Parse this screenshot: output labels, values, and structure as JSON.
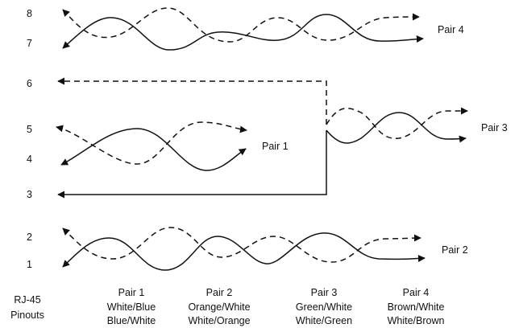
{
  "pin_numbers": [
    "8",
    "7",
    "6",
    "5",
    "4",
    "3",
    "2",
    "1"
  ],
  "pair_labels": {
    "pair4": "Pair 4",
    "pair3": "Pair 3",
    "pair1": "Pair 1",
    "pair2": "Pair 2"
  },
  "footer": {
    "rj45": [
      "RJ-45",
      "Pinouts"
    ],
    "columns": [
      [
        "Pair 1",
        "White/Blue",
        "Blue/White"
      ],
      [
        "Pair 2",
        "Orange/White",
        "White/Orange"
      ],
      [
        "Pair 3",
        "Green/White",
        "White/Green"
      ],
      [
        "Pair 4",
        "Brown/White",
        "White/Brown"
      ]
    ]
  },
  "colors": {
    "line": "#111111",
    "background": "#ffffff"
  }
}
